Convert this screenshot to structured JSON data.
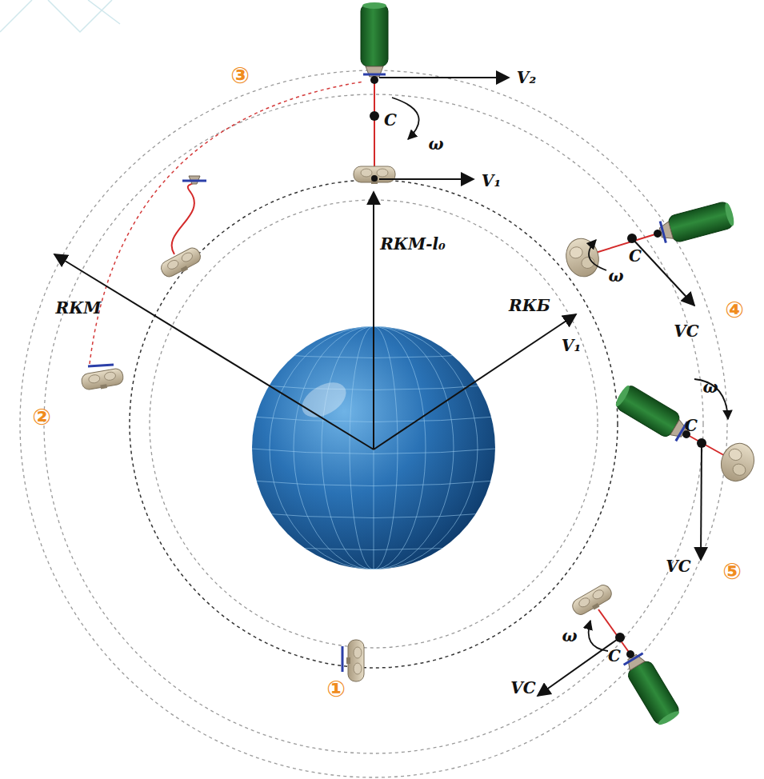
{
  "diagram": {
    "labels": [
      "③",
      "V₂",
      "C",
      "ω",
      "V₁",
      "RКМ-l₀",
      "RКМ",
      "④",
      "C",
      "ω",
      "RКБ",
      "V₁",
      "VC",
      "②",
      "ω",
      "C",
      "VC",
      "⑤",
      "ω",
      "C",
      "VC",
      "①"
    ]
  }
}
